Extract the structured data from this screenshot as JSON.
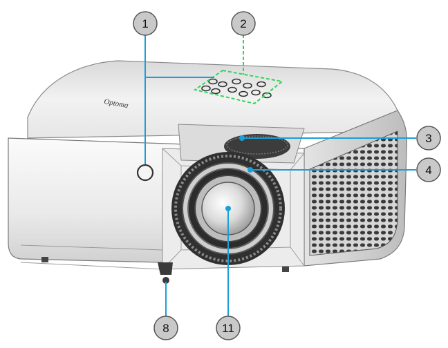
{
  "brand": {
    "logo_text": "Optoma"
  },
  "callouts": [
    {
      "id": "c1",
      "number": "1"
    },
    {
      "id": "c2",
      "number": "2"
    },
    {
      "id": "c3",
      "number": "3"
    },
    {
      "id": "c4",
      "number": "4"
    },
    {
      "id": "c8",
      "number": "8"
    },
    {
      "id": "c11",
      "number": "11"
    }
  ],
  "colors": {
    "leader_line": "#19a0d8",
    "keypad_highlight": "#35d35a",
    "callout_fill": "#c9c9c9",
    "callout_stroke": "#555555",
    "body_light": "#f4f4f4",
    "body_dark": "#8a8a8a",
    "grille": "#3a3a3a",
    "lens_ring": "#2b2b2b"
  },
  "icons": [
    "projector-body",
    "lens",
    "keypad",
    "ir-receiver",
    "focus-ring",
    "zoom-ring",
    "adjustable-foot"
  ]
}
